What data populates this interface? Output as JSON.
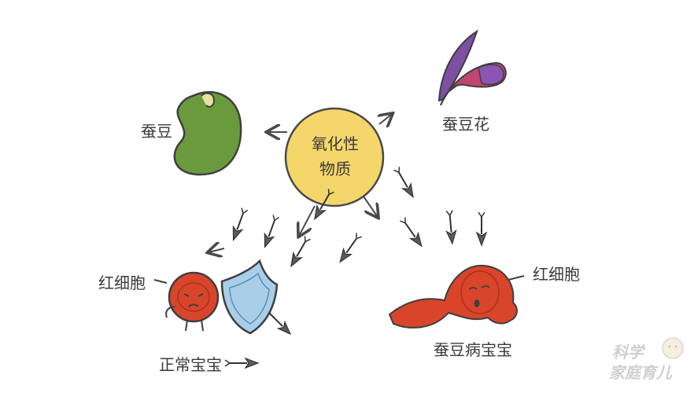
{
  "center": {
    "line1": "氧化性",
    "line2": "物质"
  },
  "labels": {
    "bean": "蚕豆",
    "flower": "蚕豆花",
    "rbc_left": "红细胞",
    "rbc_right": "红细胞",
    "normal_baby": "正常宝宝",
    "favism_baby": "蚕豆病宝宝"
  },
  "watermark": {
    "line1": "科学",
    "line2": "家庭育儿"
  },
  "colors": {
    "center_fill": "#f5d66a",
    "bean_fill": "#6b9a3d",
    "rbc_fill": "#d8452b",
    "shield_fill": "#a9cfe8",
    "flower_purple": "#7e4fa3",
    "flower_pink": "#c2456f",
    "arrow_color": "#4a4a4a"
  }
}
